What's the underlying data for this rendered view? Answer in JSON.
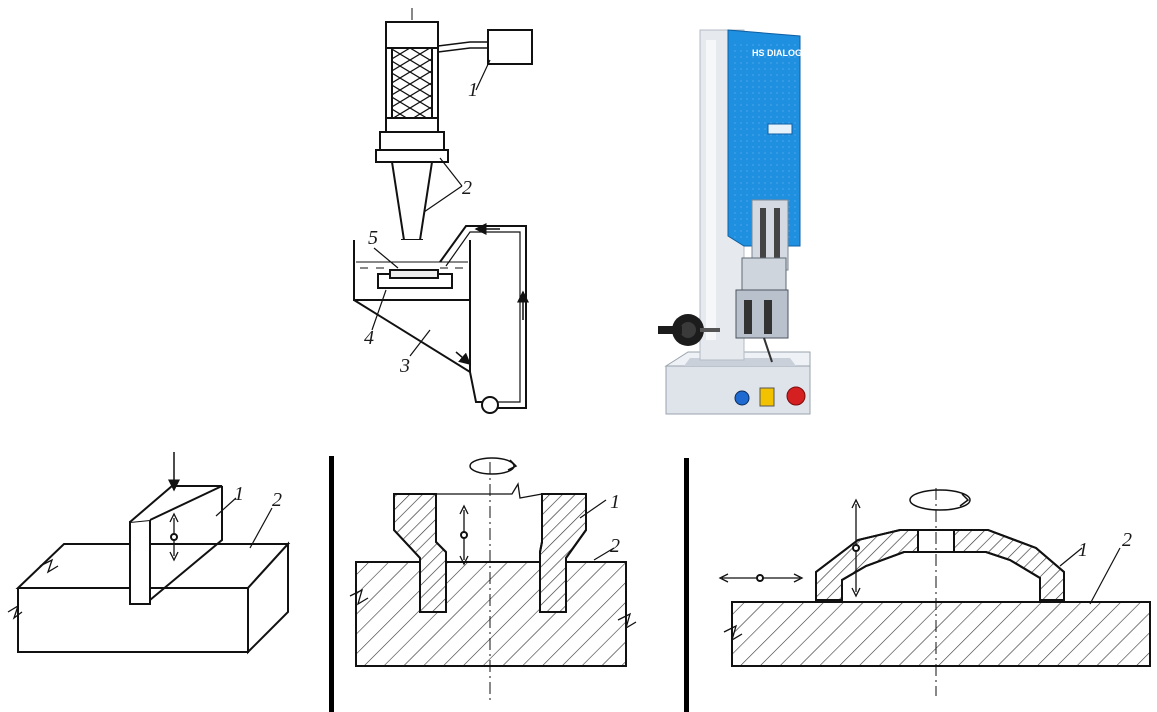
{
  "schematic": {
    "labels": [
      "1",
      "2",
      "3",
      "4",
      "5"
    ]
  },
  "machine": {
    "brand_text": "HS DIALOG",
    "sub_text": "",
    "colors": {
      "blue": "#1f8fe0",
      "frame": "#e6e9ee",
      "dark": "#2a2d33",
      "red": "#d42020",
      "yellow": "#f2c200"
    }
  },
  "sections": [
    {
      "labels": [
        "1",
        "2"
      ]
    },
    {
      "labels": [
        "1",
        "2"
      ]
    },
    {
      "labels": [
        "1",
        "2"
      ]
    }
  ]
}
